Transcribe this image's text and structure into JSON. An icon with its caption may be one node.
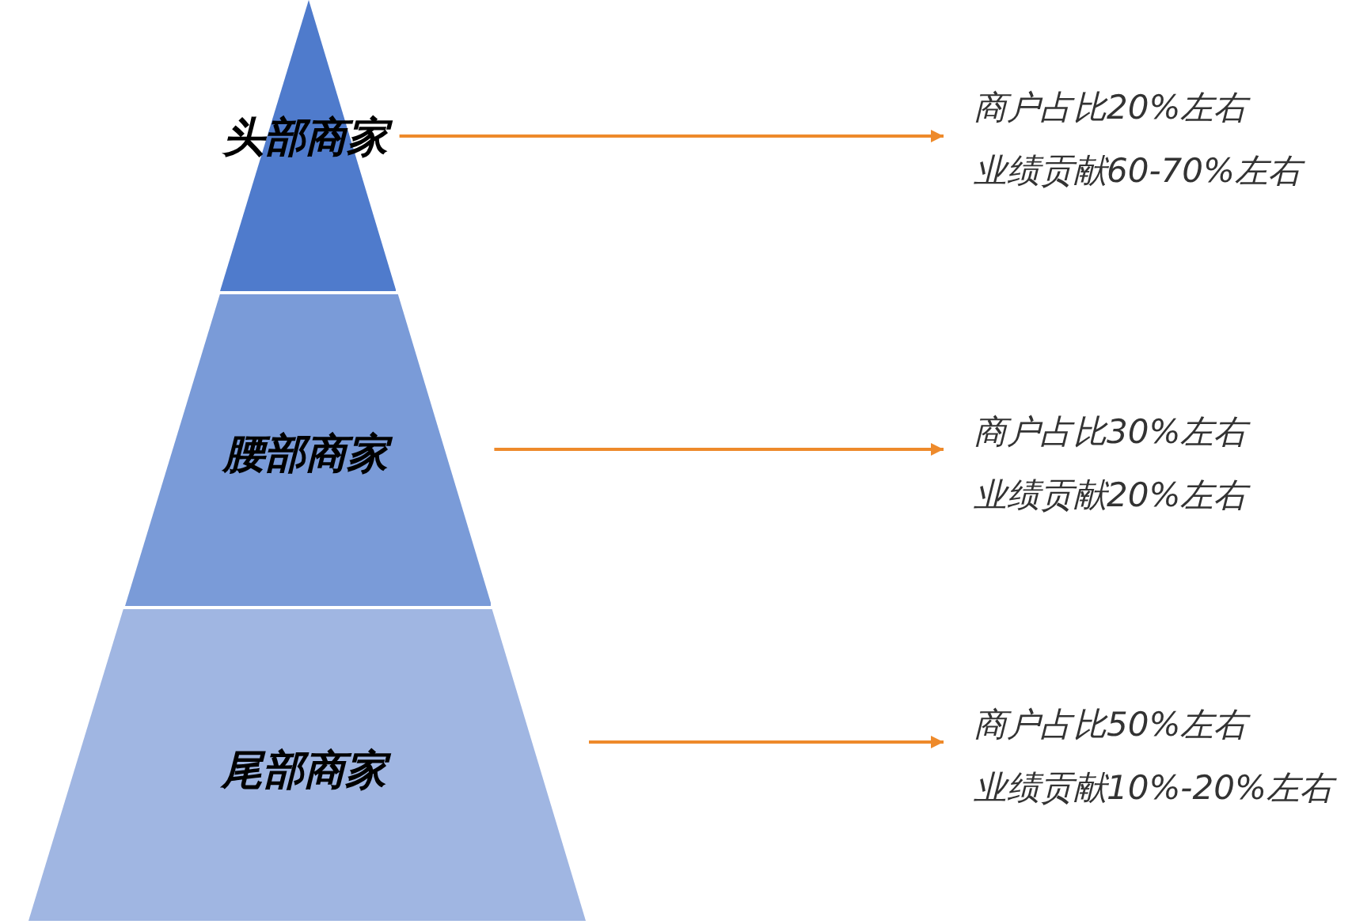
{
  "diagram": {
    "nodes": [
      {
        "text": [
          "头部商家"
        ]
      },
      {
        "text": [
          "商户占比20%左右",
          "业绩贡献60-70%左右"
        ]
      },
      {
        "text": [
          "腰部商家"
        ]
      },
      {
        "text": [
          "商户占比30%左右",
          "业绩贡献20%左右"
        ]
      },
      {
        "text": [
          "尾部商家"
        ]
      },
      {
        "text": [
          "商户占比50%左右",
          "业绩贡献10%-20%左右"
        ]
      }
    ],
    "edges": [
      {
        "from": 0,
        "to": 1,
        "arrow": "to"
      },
      {
        "from": 2,
        "to": 3,
        "arrow": "to"
      },
      {
        "from": 4,
        "to": 5,
        "arrow": "to"
      }
    ]
  }
}
